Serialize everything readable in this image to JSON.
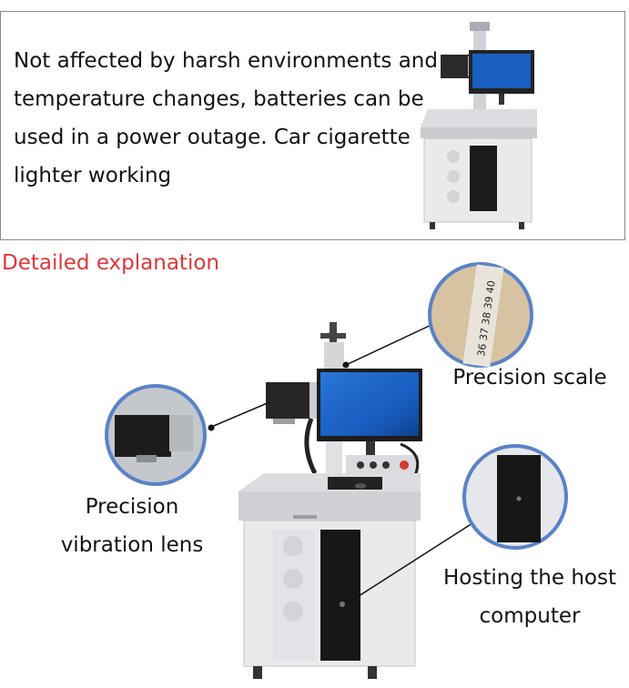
{
  "top_panel": {
    "text": "Not affected by harsh environments and temperature changes, batteries can be used in a power outage. Car cigarette lighter working"
  },
  "section_heading": "Detailed explanation",
  "callouts": {
    "scale_label": "Precision scale",
    "lens_label_line1": "Precision",
    "lens_label_line2": "vibration lens",
    "host_label_line1": "Hosting the host",
    "host_label_line2": "computer"
  },
  "scale_ruler_text": "36 37 38 39 40",
  "colors": {
    "heading": "#e0363a",
    "machine_body": "#e9eaec",
    "screen": "#1a5fc2",
    "callout_ring": "#5a82c8"
  }
}
